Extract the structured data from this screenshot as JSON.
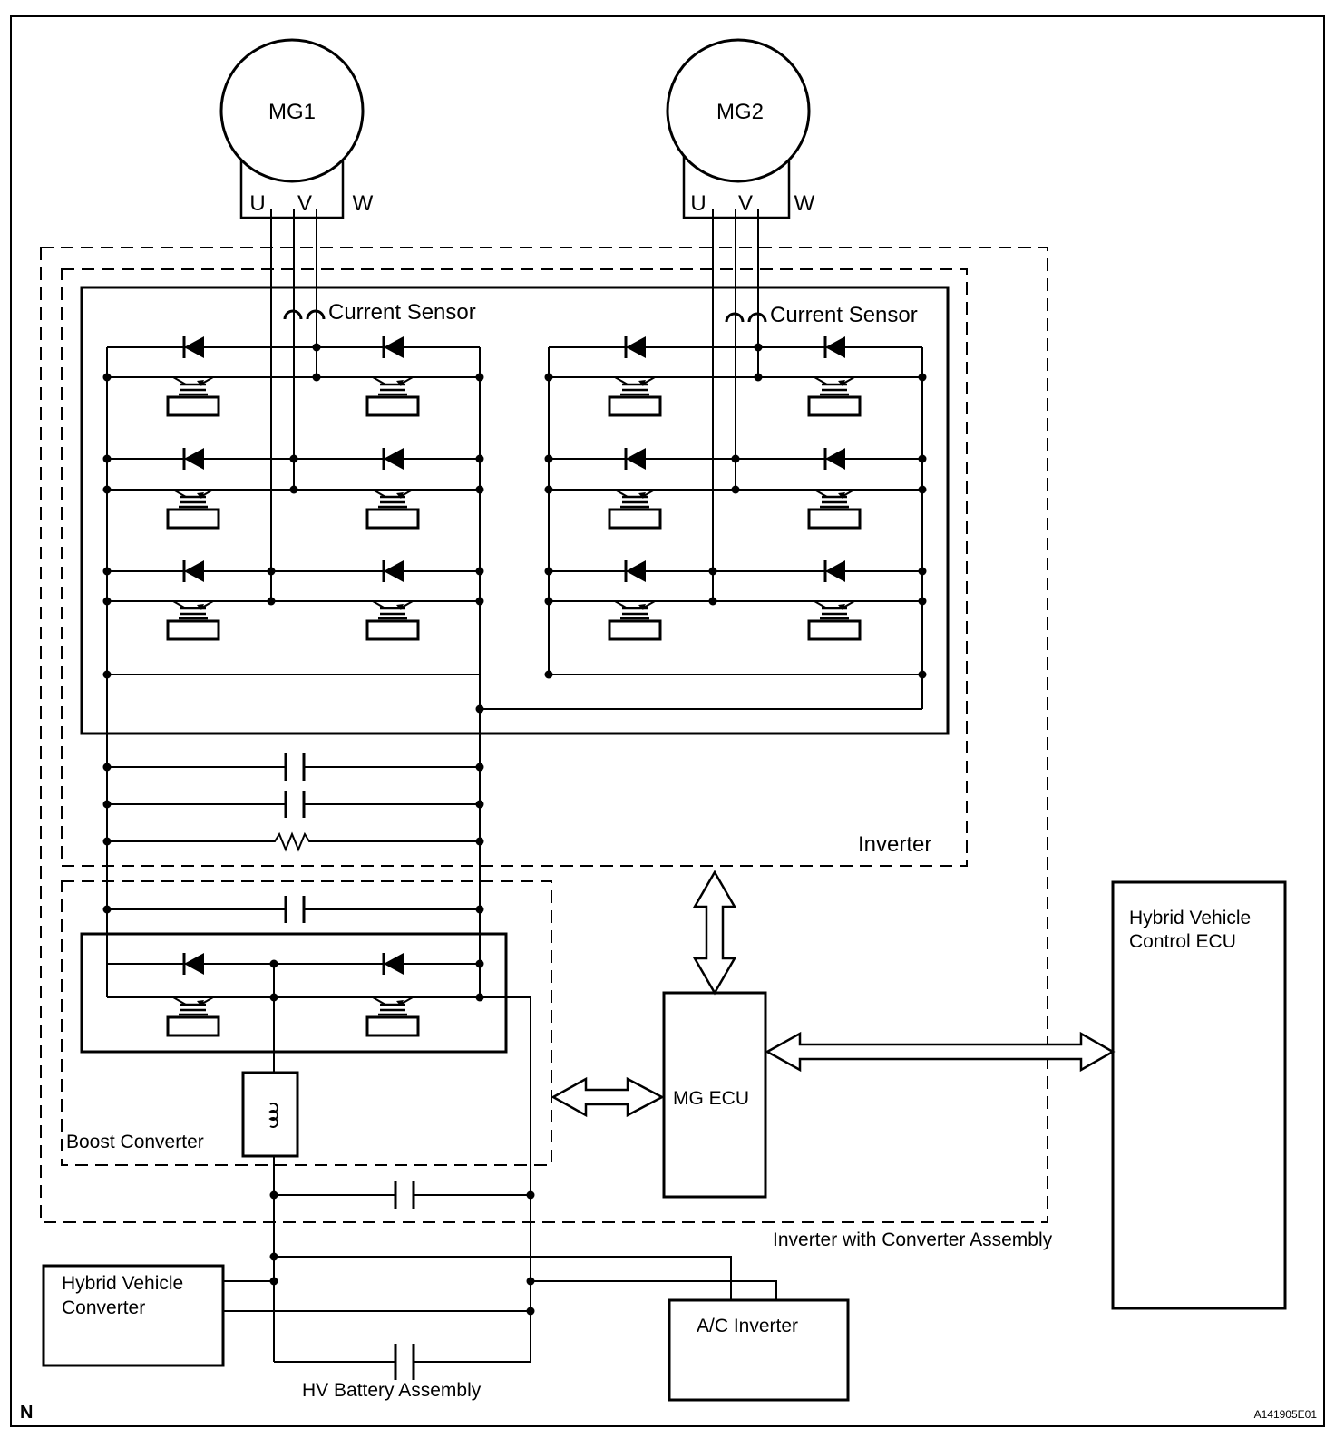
{
  "motors": {
    "mg1": {
      "name": "MG1",
      "phases": [
        "U",
        "V",
        "W"
      ]
    },
    "mg2": {
      "name": "MG2",
      "phases": [
        "U",
        "V",
        "W"
      ]
    }
  },
  "labels": {
    "current_sensor": "Current Sensor",
    "inverter": "Inverter",
    "boost_converter": "Boost Converter",
    "inverter_with_converter_assembly": "Inverter with Converter Assembly",
    "mg_ecu": "MG ECU",
    "hybrid_vehicle_control_ecu": [
      "Hybrid Vehicle",
      "Control ECU"
    ],
    "hybrid_vehicle_converter": [
      "Hybrid Vehicle",
      "Converter"
    ],
    "ac_inverter": "A/C Inverter",
    "hv_battery_assembly": "HV Battery Assembly"
  },
  "footer": {
    "corner_mark": "N",
    "figure_code": "A141905E01"
  }
}
